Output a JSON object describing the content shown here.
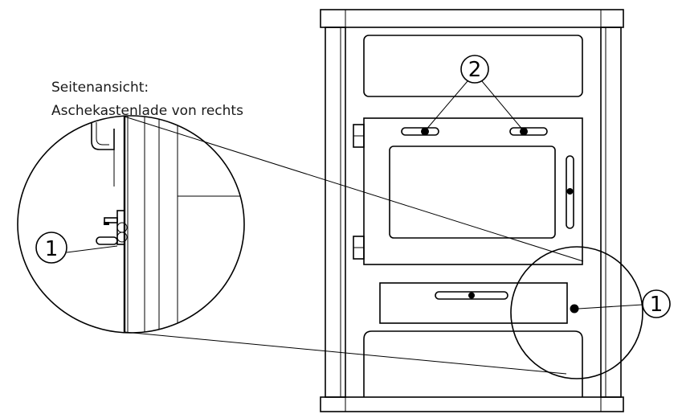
{
  "caption": {
    "line1": "Seitenansicht:",
    "line2": "Aschekastenlade von rechts"
  },
  "callouts": {
    "handle_marker": "2",
    "detail_right": "1",
    "detail_left": "1"
  }
}
